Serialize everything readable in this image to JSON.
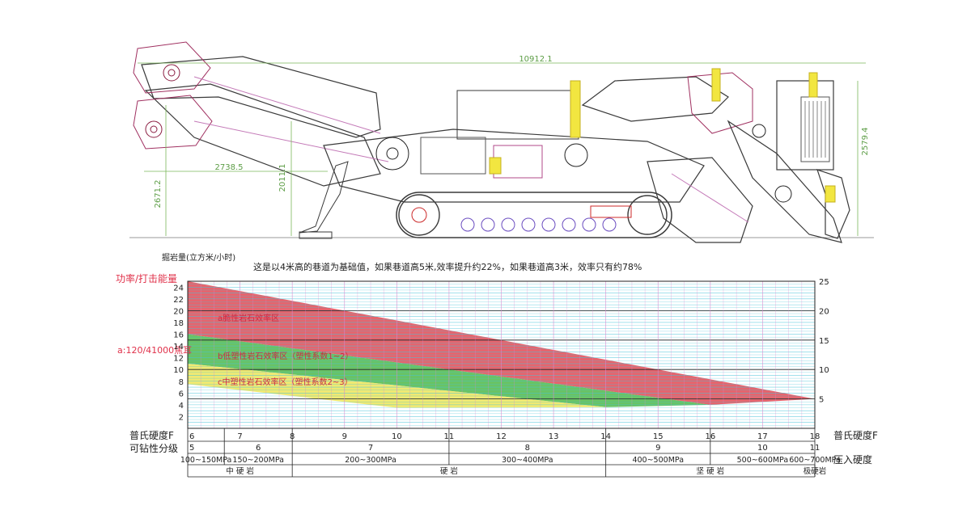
{
  "machine": {
    "dimensions": {
      "overall_length": "10912.1",
      "overall_height": "2579.4",
      "arm_reach": "2738.5",
      "mid_height": "2011.1",
      "body_height": "2671.2"
    }
  },
  "chart": {
    "y_axis_title": "掘岩量(立方米/小时)",
    "note": "这是以4米高的巷道为基础值，如果巷道高5米,效率提升约22%，如果巷道高3米，效率只有约78%",
    "left_label_power": "功率/打击能量",
    "left_label_energy": "a:120/41000焦耳",
    "zones": {
      "brittle": "a脆性岩石效率区",
      "low_plastic": "b低塑性岩石效率区（塑性系数1~2）",
      "mid_plastic": "c中塑性岩石效率区（塑性系数2~3）"
    },
    "colors": {
      "brittle": "#e04a55",
      "low_plastic": "#4fb84a",
      "mid_plastic": "#ece55a",
      "grid_h": "#45c3d8",
      "grid_v": "#d78ad0",
      "label_red": "#e0314a"
    }
  },
  "table": {
    "row_hardness_label": "普氏硬度F",
    "row_drill_label": "可钻性分级",
    "row_pressure_label": "压入硬度",
    "hardness_ticks": [
      "6",
      "7",
      "8",
      "9",
      "10",
      "11",
      "12",
      "13",
      "14",
      "15",
      "16",
      "17",
      "18"
    ],
    "drill_first": "5",
    "drill_grades": [
      "6",
      "7",
      "8",
      "9",
      "10",
      "11"
    ],
    "pressures": [
      "100~150MPa",
      "150~200MPa",
      "200~300MPa",
      "300~400MPa",
      "400~500MPa",
      "500~600MPa",
      "600~700MPa"
    ],
    "rock_classes": [
      "中 硬 岩",
      "硬    岩",
      "坚 硬 岩",
      "极硬岩"
    ]
  },
  "chart_data": {
    "type": "area",
    "title": "",
    "xlabel": "普氏硬度F",
    "ylabel": "掘岩量(立方米/小时)",
    "xlim": [
      6,
      18
    ],
    "ylim_left": [
      0,
      25
    ],
    "ylim_right": [
      0,
      25
    ],
    "y_ticks_left": [
      2,
      4,
      6,
      8,
      10,
      12,
      14,
      16,
      18,
      20,
      22,
      24
    ],
    "y_ticks_right": [
      5,
      10,
      15,
      20,
      25
    ],
    "series": [
      {
        "name": "a脆性岩石效率区",
        "upper": [
          [
            6,
            25
          ],
          [
            18,
            5
          ]
        ],
        "lower": [
          [
            6,
            16
          ],
          [
            16,
            4
          ],
          [
            18,
            5
          ]
        ]
      },
      {
        "name": "b低塑性岩石效率区（塑性系数1~2）",
        "upper": [
          [
            6,
            16
          ],
          [
            16,
            4
          ]
        ],
        "lower": [
          [
            6,
            11
          ],
          [
            14,
            3.6
          ],
          [
            16,
            4
          ]
        ]
      },
      {
        "name": "c中塑性岩石效率区（塑性系数2~3）",
        "upper": [
          [
            6,
            11
          ],
          [
            14,
            3.6
          ]
        ],
        "lower": [
          [
            6,
            7.5
          ],
          [
            10,
            3.5
          ],
          [
            14,
            3.6
          ]
        ]
      }
    ]
  }
}
